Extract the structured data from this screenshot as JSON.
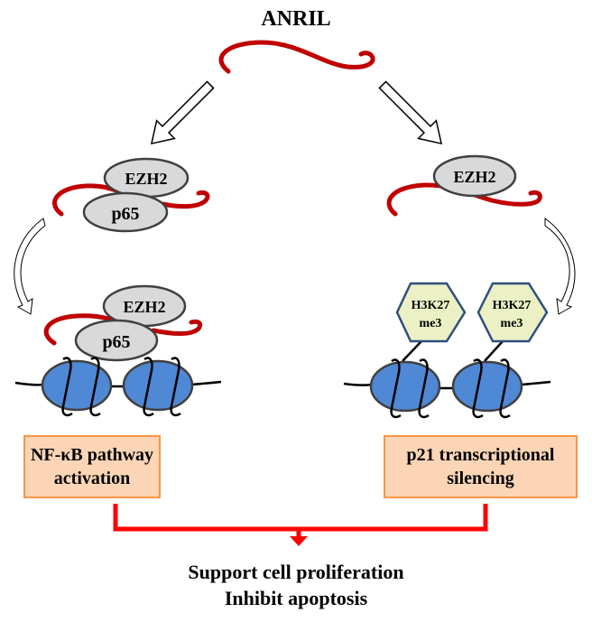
{
  "title": "ANRIL",
  "colors": {
    "rna": "#c00000",
    "protein_fill": "#d9d9d9",
    "protein_stroke": "#404040",
    "nucleosome_fill": "#4f88d4",
    "hexagon_fill": "#ebf1c5",
    "hexagon_stroke": "#2f4f7f",
    "box_fill": "#fbd5b5",
    "box_stroke": "#f79646",
    "merge_arrow": "#ff0000"
  },
  "left_branch": {
    "complex_top": "EZH2",
    "complex_bottom": "p65",
    "chromatin_top": "EZH2",
    "chromatin_bottom": "p65",
    "outcome_box": [
      "NF-κB pathway",
      "activation"
    ]
  },
  "right_branch": {
    "complex": "EZH2",
    "marks": [
      {
        "line1": "H3K27",
        "line2": "me3"
      },
      {
        "line1": "H3K27",
        "line2": "me3"
      }
    ],
    "outcome_box": [
      "p21 transcriptional",
      "silencing"
    ]
  },
  "result": [
    "Support cell proliferation",
    "Inhibit apoptosis"
  ]
}
